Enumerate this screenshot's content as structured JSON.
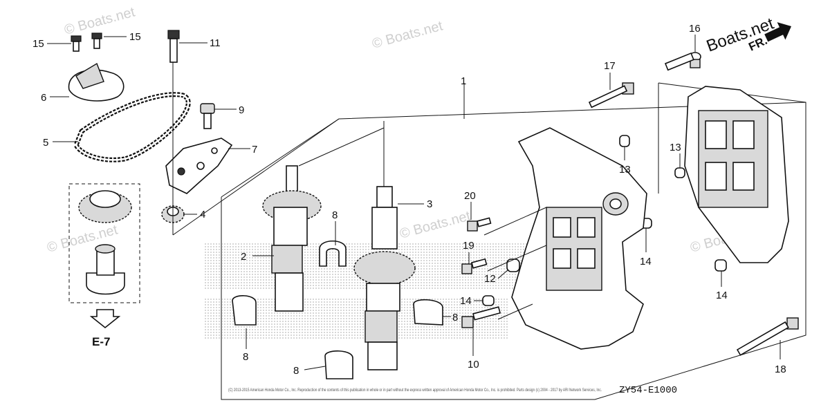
{
  "labels": {
    "p1": "1",
    "p2": "2",
    "p3": "3",
    "p4": "4",
    "p5": "5",
    "p6": "6",
    "p7": "7",
    "p8a": "8",
    "p8b": "8",
    "p8c": "8",
    "p8d": "8",
    "p9": "9",
    "p10": "10",
    "p11": "11",
    "p12": "12",
    "p13a": "13",
    "p13b": "13",
    "p14a": "14",
    "p14b": "14",
    "p14c": "14",
    "p15a": "15",
    "p15b": "15",
    "p16": "16",
    "p17": "17",
    "p18": "18",
    "p19": "19",
    "p20": "20"
  },
  "ref_label": "E-7",
  "orientation_label": "FR.",
  "diagram_code": "ZY54-E1000",
  "watermarks": {
    "w1": "© Boats.net",
    "w2": "© Boats.net",
    "w3": "Boats.net",
    "w4": "© Boats.net",
    "w5": "© Boats.net",
    "w6": "© Boats.net"
  },
  "copyright": "(C) 2013-2015 American Honda Motor Co., Inc. Reproduction of the contents of this publication in whole or in part without the express written approval of American Honda Motor Co., Inc. is prohibited. Parts design (c) 2004 - 2017 by ARI Network Services, Inc."
}
